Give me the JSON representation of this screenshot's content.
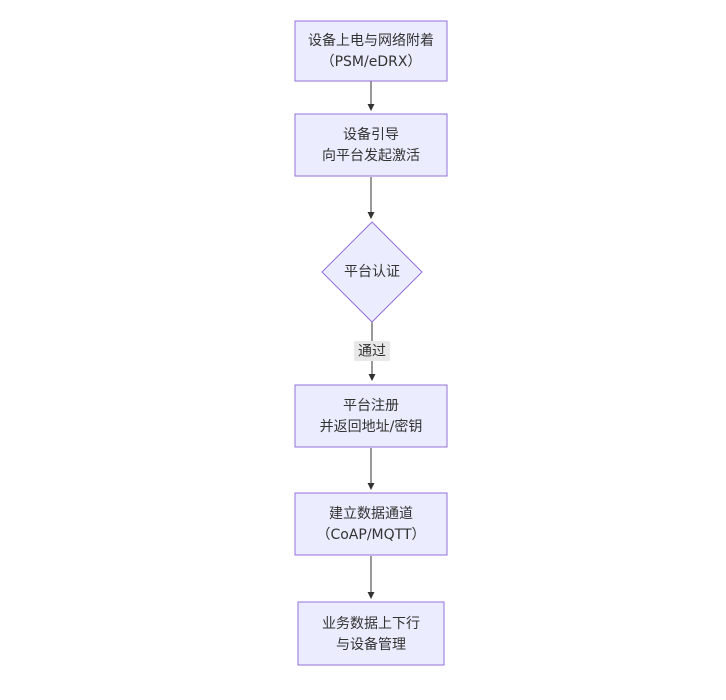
{
  "page": {
    "background": "#ffffff"
  },
  "colors": {
    "page-bg": "#ffffff",
    "node-fill": "#ECECFF",
    "node-border": "#9370DB",
    "edge-line": "#333333",
    "text": "#333333",
    "edge-label-bg": "#e8e8e8"
  },
  "diagram": {
    "type": "flowchart-top-down",
    "nodes": [
      {
        "id": "attach",
        "shape": "rect",
        "line1": "设备上电与网络附着",
        "line2": "（PSM/eDRX）"
      },
      {
        "id": "bootstrap",
        "shape": "rect",
        "line1": "设备引导",
        "line2": "向平台发起激活"
      },
      {
        "id": "auth",
        "shape": "diamond",
        "line1": "平台认证",
        "line2": ""
      },
      {
        "id": "register",
        "shape": "rect",
        "line1": "平台注册",
        "line2": "并返回地址/密钥"
      },
      {
        "id": "channel",
        "shape": "rect",
        "line1": "建立数据通道",
        "line2": "（CoAP/MQTT）"
      },
      {
        "id": "service",
        "shape": "rect",
        "line1": "业务数据上下行",
        "line2": "与设备管理"
      }
    ],
    "edges": [
      {
        "from": "attach",
        "to": "bootstrap",
        "label": ""
      },
      {
        "from": "bootstrap",
        "to": "auth",
        "label": ""
      },
      {
        "from": "auth",
        "to": "register",
        "label": "通过"
      },
      {
        "from": "register",
        "to": "channel",
        "label": ""
      },
      {
        "from": "channel",
        "to": "service",
        "label": ""
      }
    ]
  }
}
